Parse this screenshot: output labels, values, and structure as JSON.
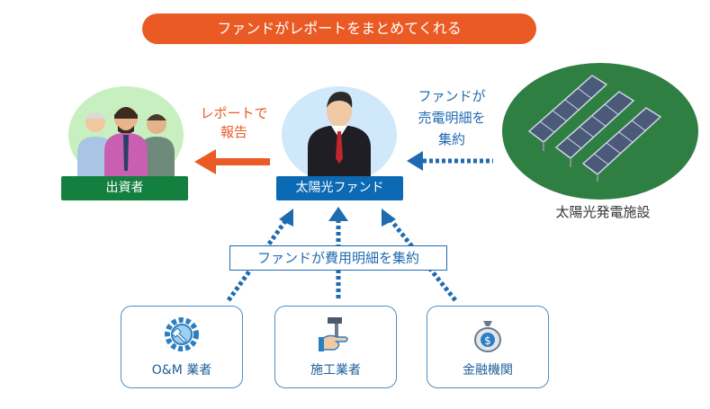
{
  "banner": {
    "text": "ファンドがレポートをまとめてくれる"
  },
  "investors": {
    "label": "出資者"
  },
  "fund": {
    "label": "太陽光ファンド"
  },
  "facility": {
    "label": "太陽光発電施設"
  },
  "report_arrow": {
    "line1": "レポートで",
    "line2": "報告"
  },
  "collect_arrow": {
    "line1": "ファンドが",
    "line2": "売電明細を",
    "line3": "集約"
  },
  "cost_label": {
    "text": "ファンドが費用明細を集約"
  },
  "contractors": [
    {
      "label": "O&M 業者",
      "icon": "gear-wrench-icon"
    },
    {
      "label": "施工業者",
      "icon": "hammer-hand-icon"
    },
    {
      "label": "金融機関",
      "icon": "money-bag-icon"
    }
  ],
  "colors": {
    "orange": "#ea5a25",
    "green": "#13803f",
    "blue": "#0c6ab4",
    "light_green": "#c8efc0",
    "light_blue": "#cfe9fa",
    "dark_green": "#2f7f43"
  }
}
